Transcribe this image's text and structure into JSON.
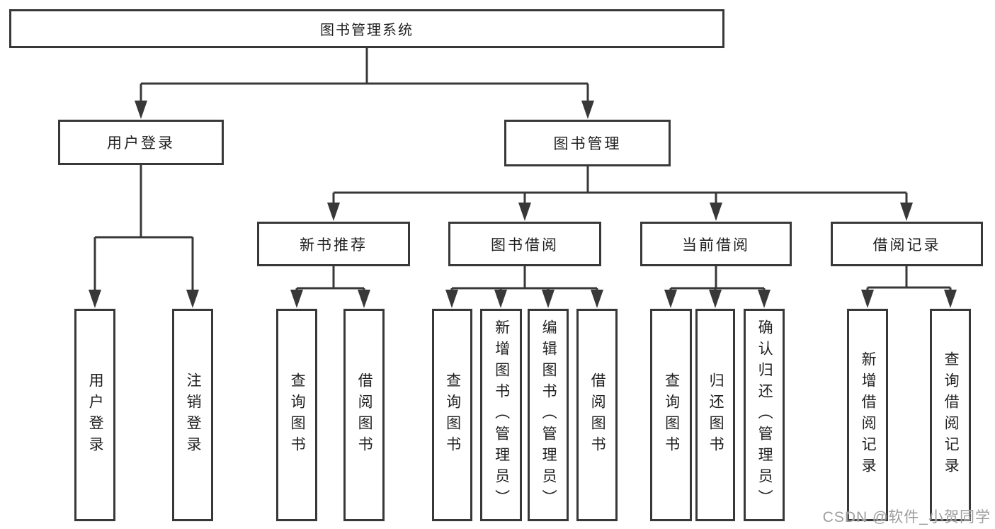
{
  "colors": {
    "line": "#383838",
    "border": "#383838",
    "text": "#1f1f1f",
    "box-bg": "#ffffff",
    "watermark": "#9e9e9e",
    "page-bg": "#ffffff"
  },
  "diagram": {
    "root": {
      "label": "图书管理系统"
    },
    "branches": [
      {
        "label": "用户登录",
        "children": [
          {
            "label": "用户登录"
          },
          {
            "label": "注销登录"
          }
        ]
      },
      {
        "label": "图书管理",
        "children": [
          {
            "label": "新书推荐",
            "children": [
              {
                "label": "查询图书"
              },
              {
                "label": "借阅图书"
              }
            ]
          },
          {
            "label": "图书借阅",
            "children": [
              {
                "label": "查询图书"
              },
              {
                "label": "新增图书（管理员）"
              },
              {
                "label": "编辑图书（管理员）"
              },
              {
                "label": "借阅图书"
              }
            ]
          },
          {
            "label": "当前借阅",
            "children": [
              {
                "label": "查询图书"
              },
              {
                "label": "归还图书"
              },
              {
                "label": "确认归还（管理员）"
              }
            ]
          },
          {
            "label": "借阅记录",
            "children": [
              {
                "label": "新增借阅记录"
              },
              {
                "label": "查询借阅记录"
              }
            ]
          }
        ]
      }
    ]
  },
  "watermark": {
    "text": "CSDN @软件_小贺同学"
  }
}
